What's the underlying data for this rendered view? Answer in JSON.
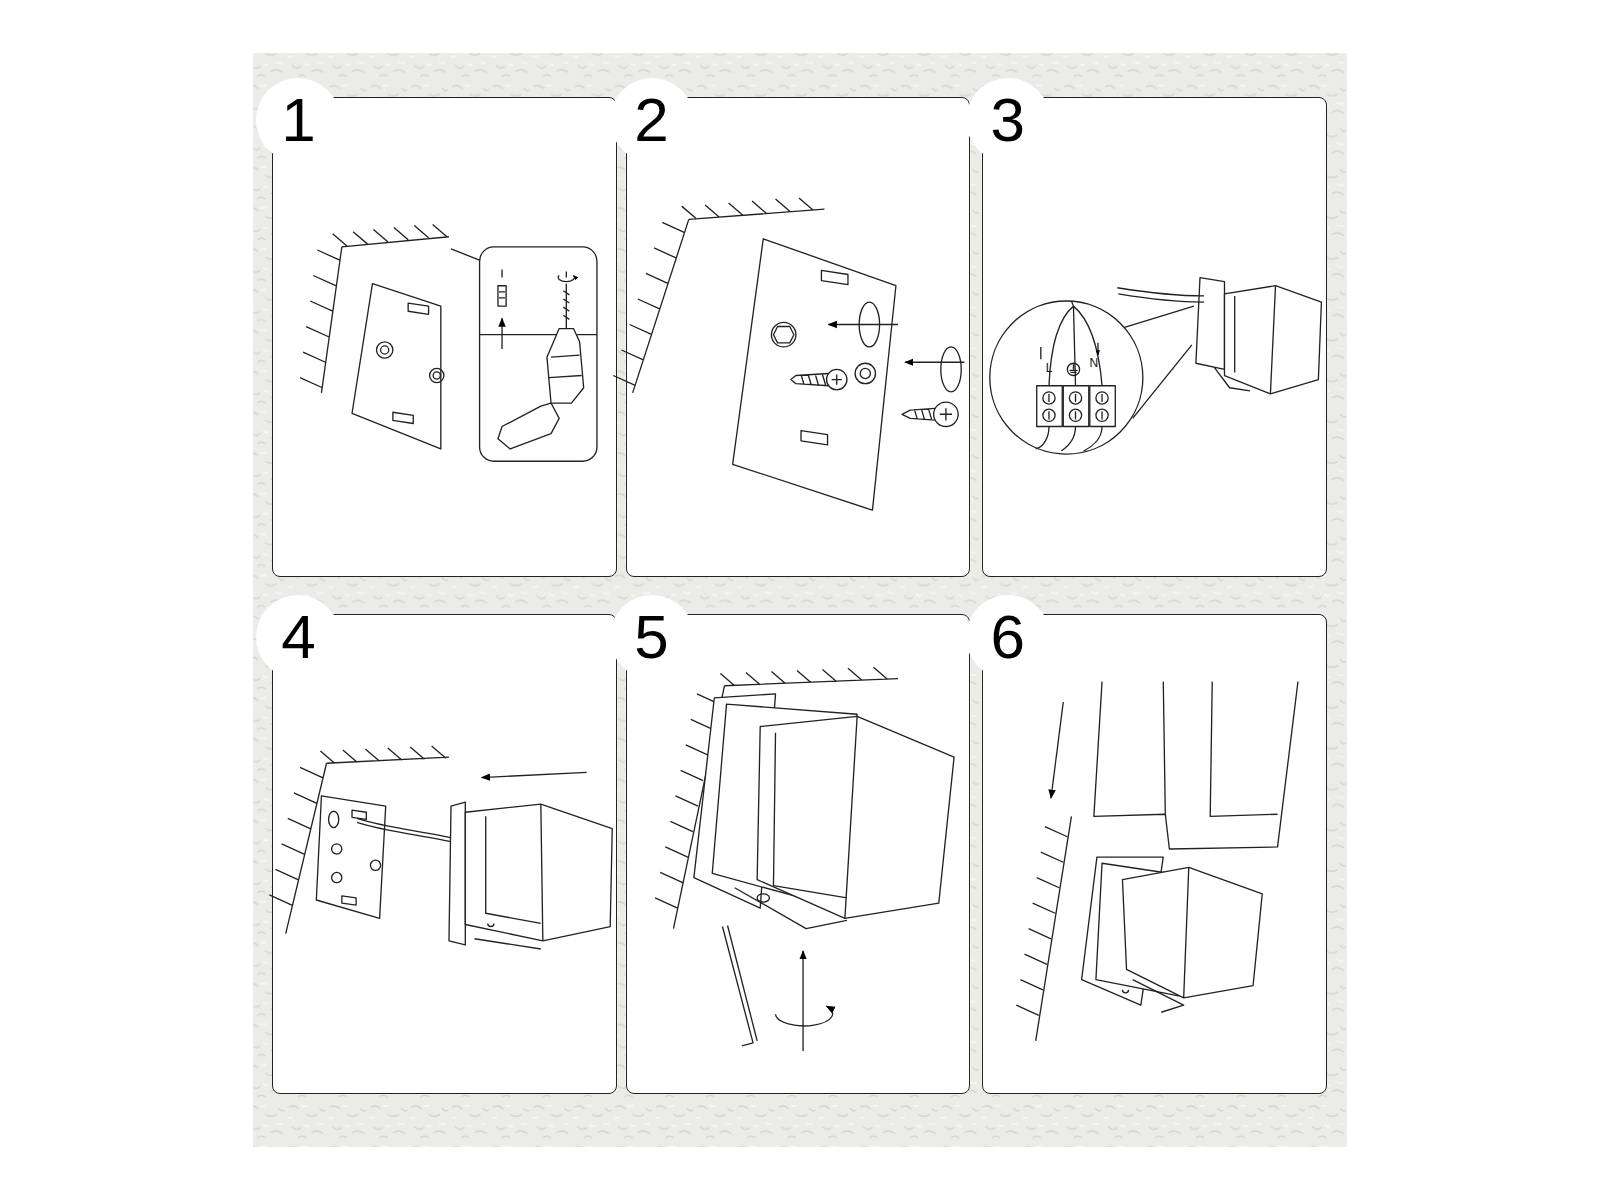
{
  "diagram": {
    "nodes": [
      {
        "text": [
          "1"
        ]
      },
      {
        "text": [
          "2"
        ]
      },
      {
        "text": [
          "3"
        ]
      },
      {
        "text": [
          "4"
        ]
      },
      {
        "text": [
          "5"
        ]
      },
      {
        "text": [
          "6"
        ]
      }
    ],
    "labels": [
      "L",
      "N"
    ]
  }
}
